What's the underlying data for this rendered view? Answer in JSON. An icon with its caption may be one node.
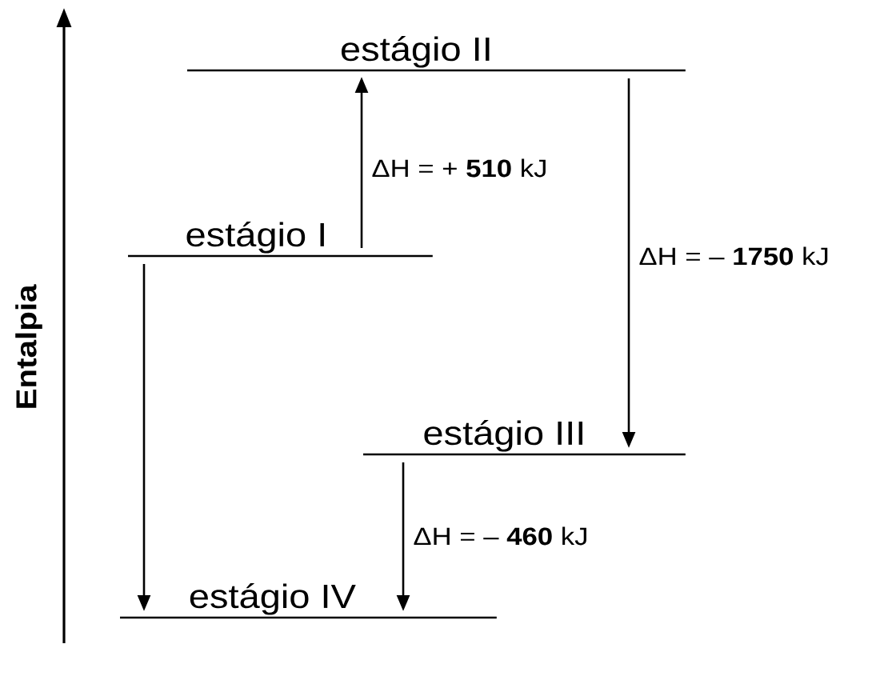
{
  "diagram": {
    "nodes": [
      {
        "text": [
          "estágio II"
        ]
      },
      {
        "text": [
          "estágio I"
        ]
      },
      {
        "text": [
          "estágio III"
        ]
      },
      {
        "text": [
          "estágio IV"
        ]
      }
    ],
    "edges": [
      {
        "from": 1,
        "to": 0,
        "arrow": "to",
        "label": "ΔH = + **510** kJ"
      },
      {
        "from": 0,
        "to": 2,
        "arrow": "to",
        "label": "ΔH = – **1750** kJ"
      },
      {
        "from": 1,
        "to": 3,
        "arrow": "to"
      },
      {
        "from": 2,
        "to": 3,
        "arrow": "to",
        "label": "ΔH = – **460** kJ"
      }
    ],
    "labels": [
      "Entalpia"
    ]
  }
}
